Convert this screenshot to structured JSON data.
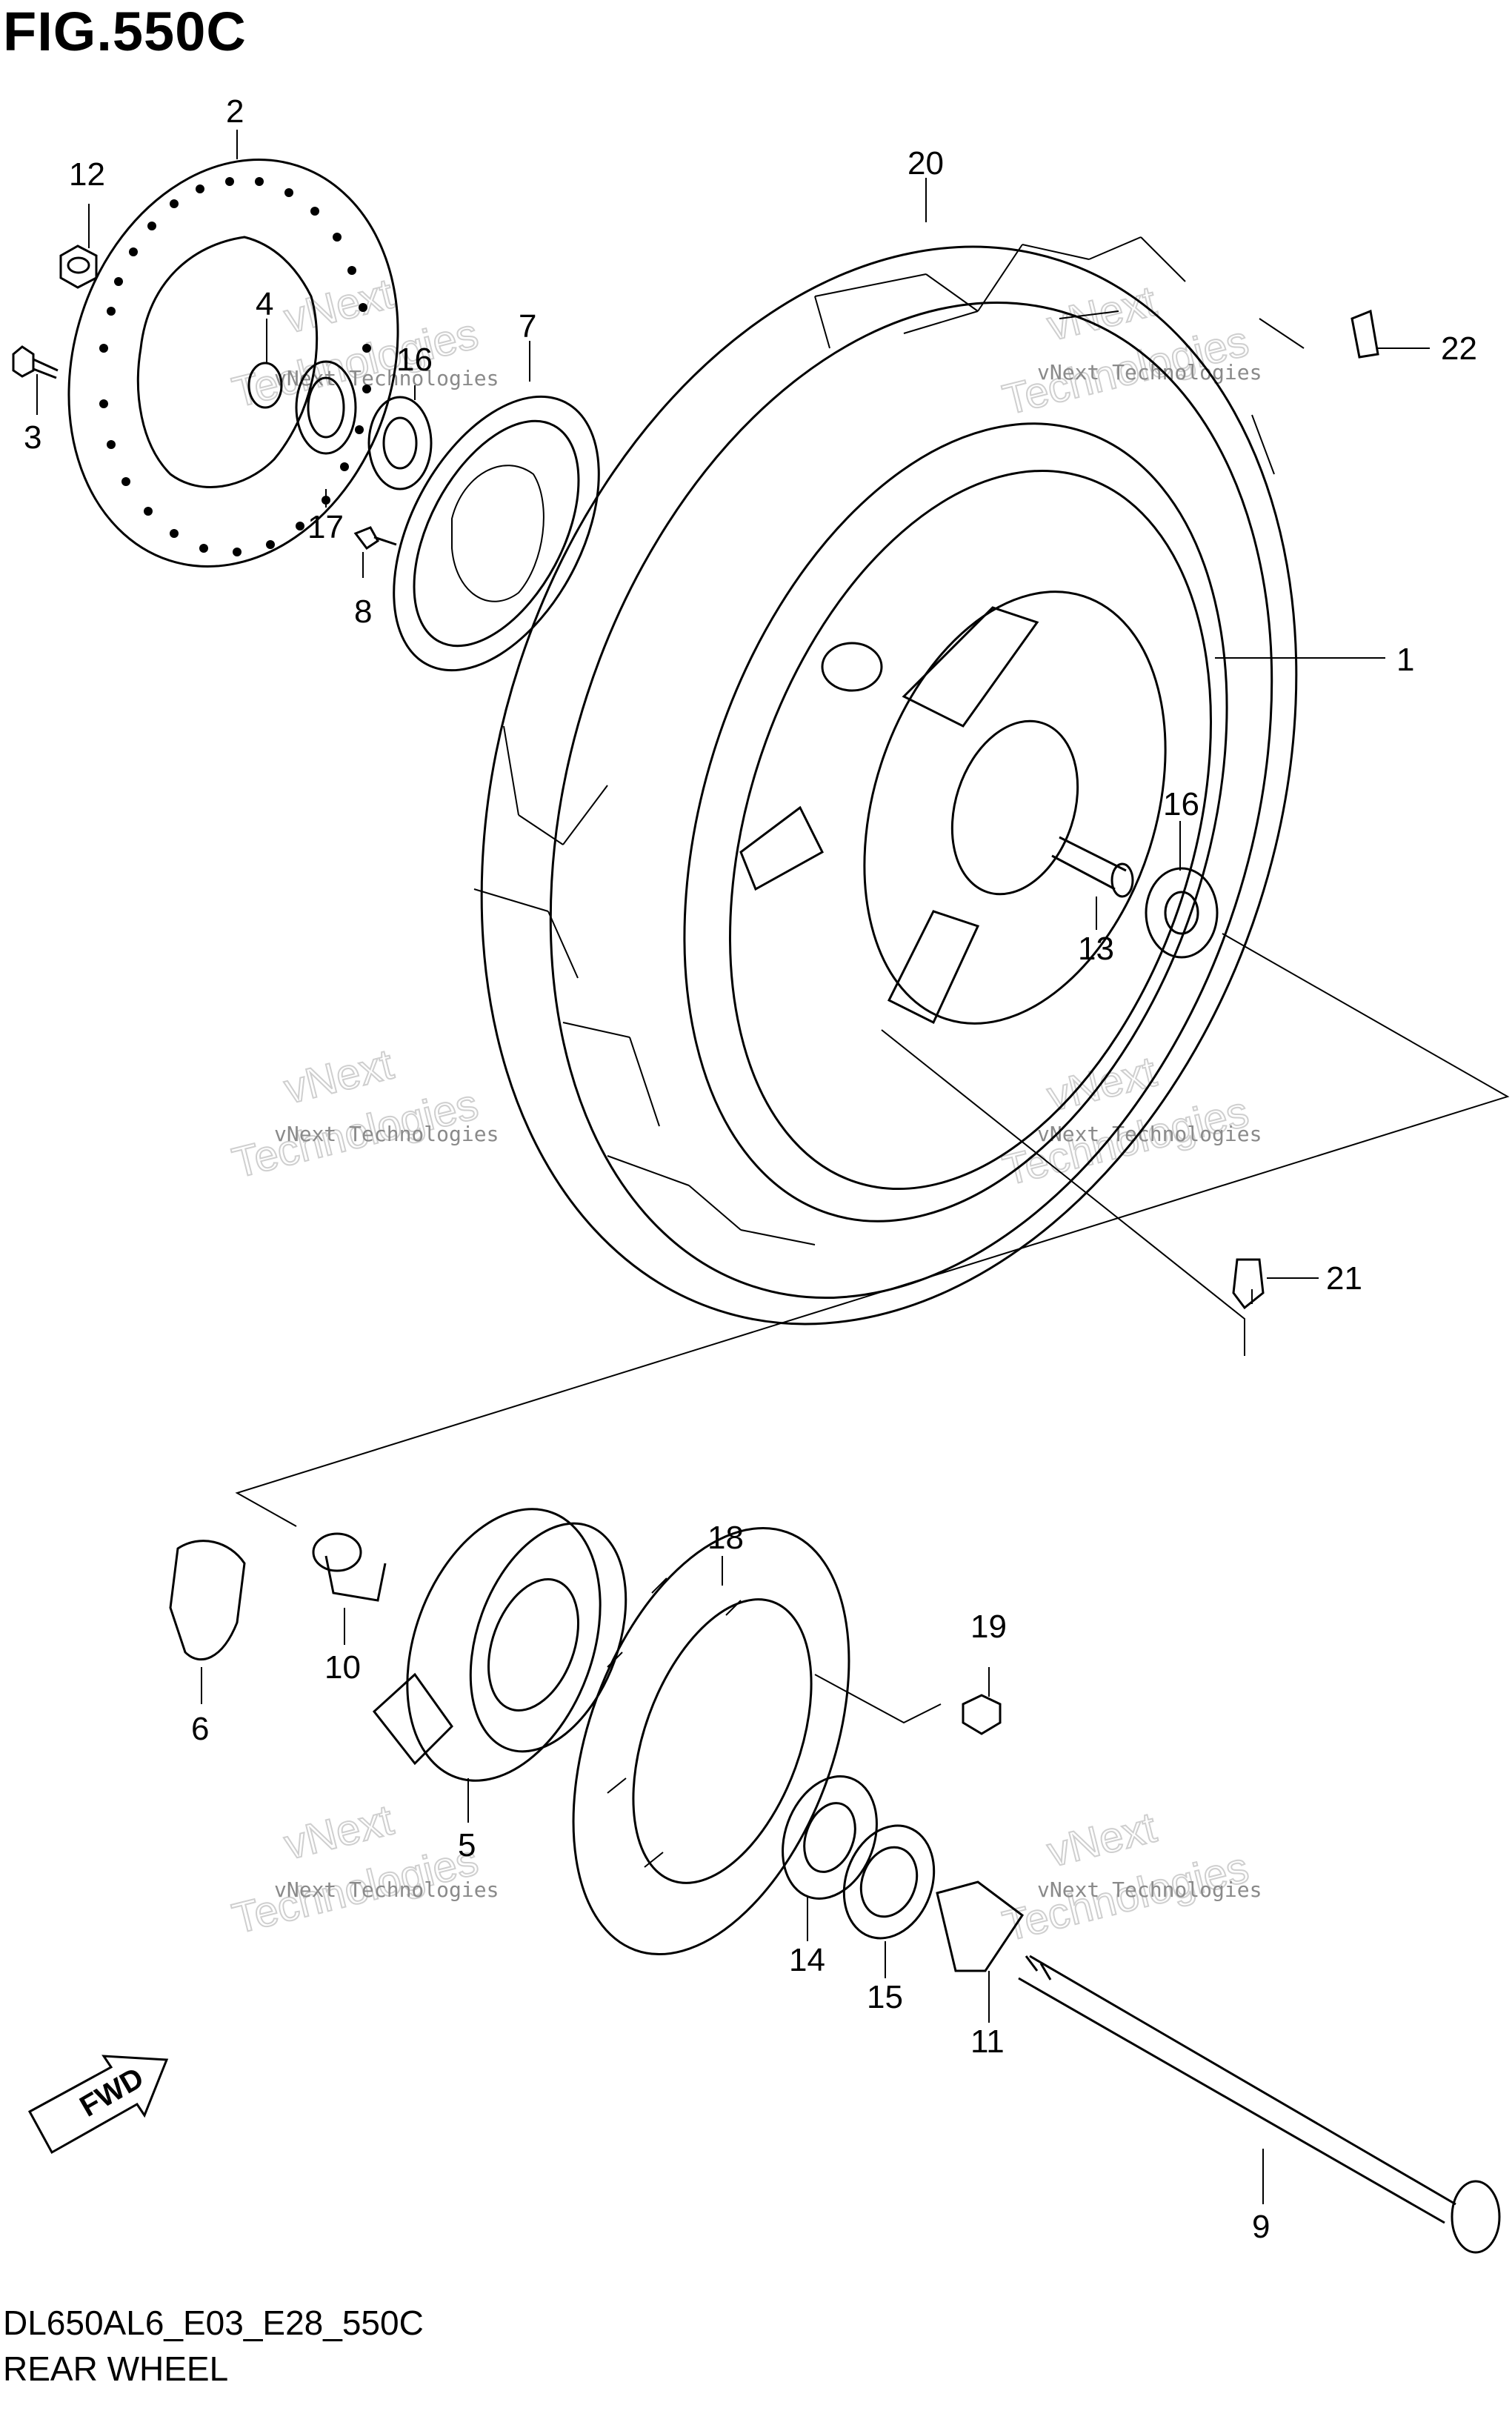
{
  "figure": {
    "title": "FIG.550C",
    "code": "DL650AL6_E03_E28_550C",
    "description": "REAR WHEEL"
  },
  "fwd_arrow_label": "FWD",
  "part_numbers": [
    "1",
    "2",
    "3",
    "4",
    "5",
    "6",
    "7",
    "8",
    "9",
    "10",
    "11",
    "12",
    "13",
    "14",
    "15",
    "16",
    "16",
    "17",
    "18",
    "19",
    "20",
    "21",
    "22"
  ],
  "watermark": {
    "line1": "vNext Technologies",
    "line2": "vNext",
    "line3": "Technologies"
  }
}
